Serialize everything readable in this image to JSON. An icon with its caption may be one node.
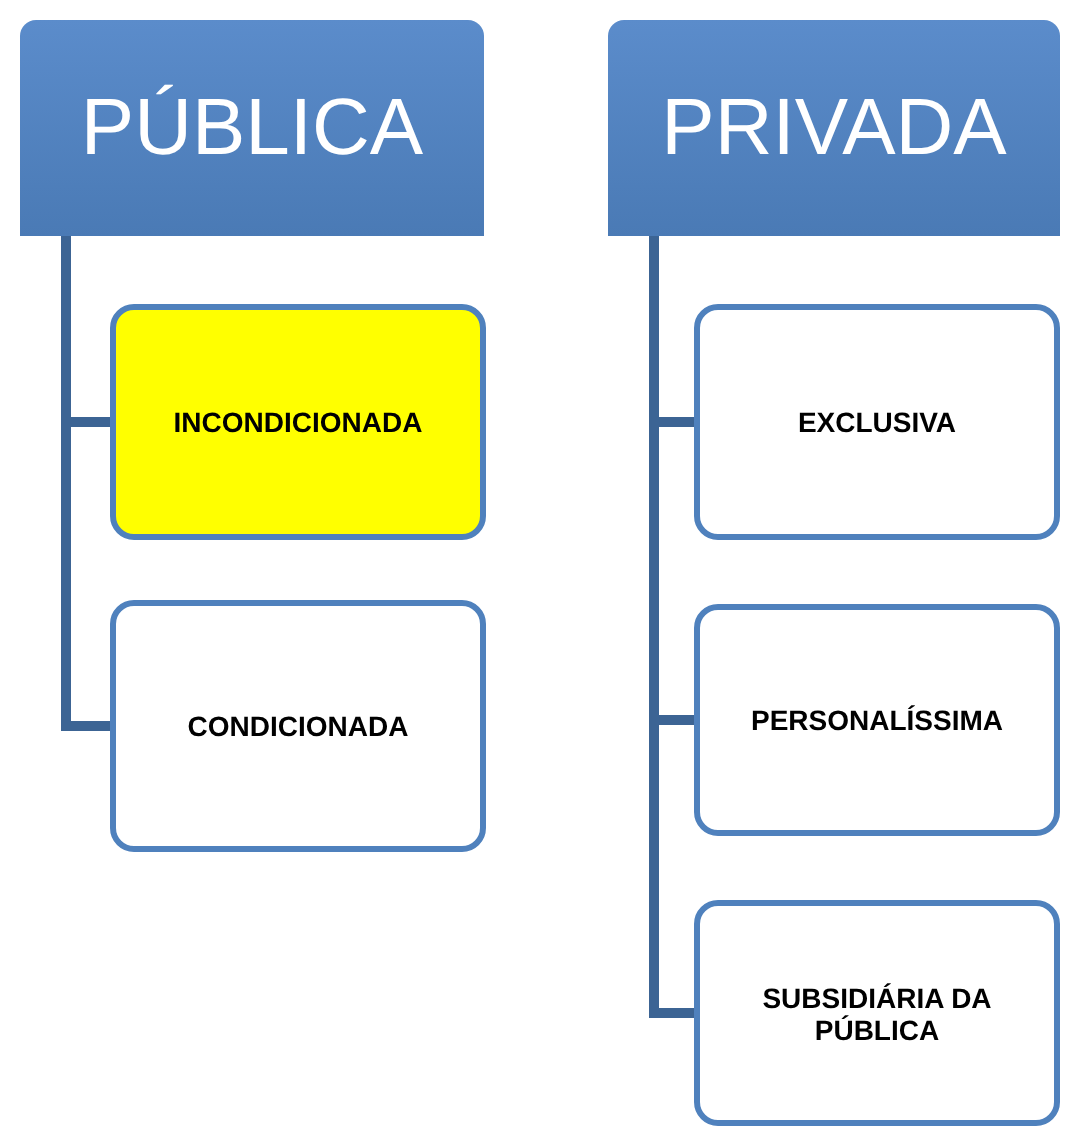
{
  "diagram": {
    "nodes": [
      {
        "text": [
          "PÚBLICA"
        ]
      },
      {
        "text": [
          "INCONDICIONADA"
        ]
      },
      {
        "text": [
          "CONDICIONADA"
        ]
      },
      {
        "text": [
          "PRIVADA"
        ]
      },
      {
        "text": [
          "EXCLUSIVA"
        ]
      },
      {
        "text": [
          "PERSONALÍSSIMA"
        ]
      },
      {
        "text": [
          "SUBSIDIÁRIA DA PÚBLICA"
        ]
      }
    ],
    "edges": [
      {
        "from": 0,
        "to": 1,
        "arrow": "none"
      },
      {
        "from": 0,
        "to": 2,
        "arrow": "none"
      },
      {
        "from": 3,
        "to": 4,
        "arrow": "none"
      },
      {
        "from": 3,
        "to": 5,
        "arrow": "none"
      },
      {
        "from": 3,
        "to": 6,
        "arrow": "none"
      }
    ]
  }
}
